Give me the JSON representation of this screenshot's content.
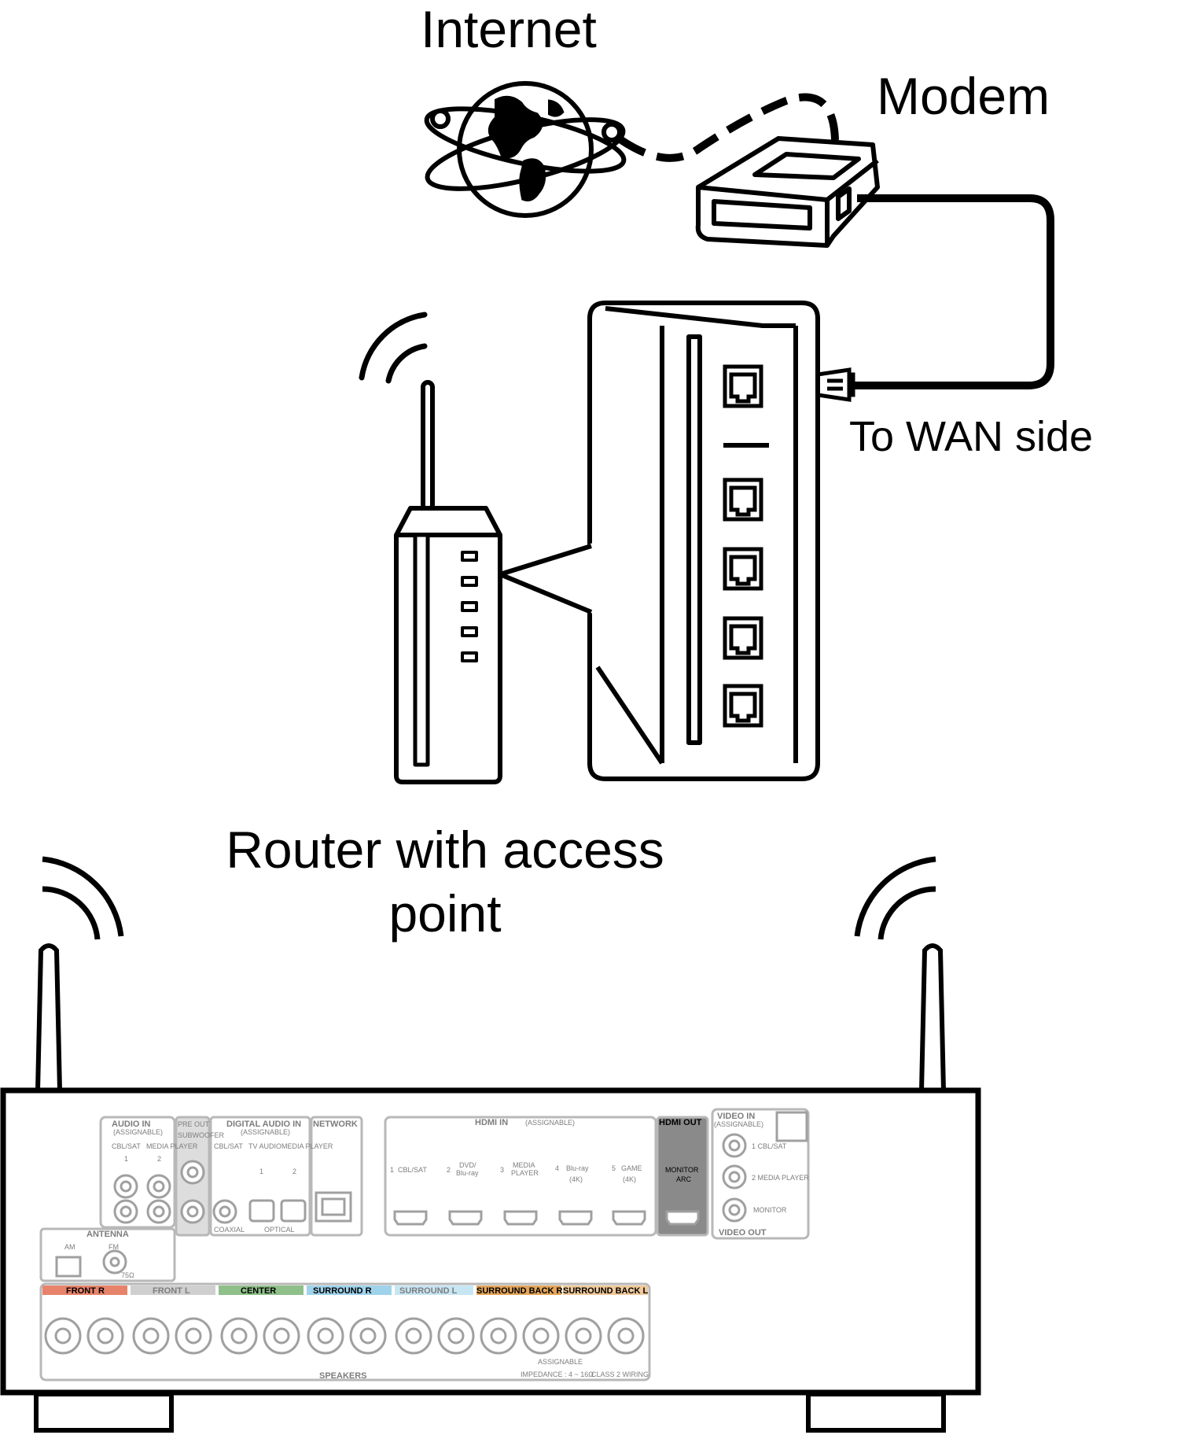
{
  "labels": {
    "internet": "Internet",
    "modem": "Modem",
    "wan": "To WAN side",
    "router_line1": "Router with access",
    "router_line2": "point"
  },
  "receiver_panel": {
    "audio_in": "AUDIO IN",
    "audio_assignable": "(ASSIGNABLE)",
    "audio_inputs": [
      "CBL/SAT",
      "MEDIA PLAYER"
    ],
    "audio_numbers": [
      "1",
      "2"
    ],
    "pre_out": "PRE OUT",
    "subwoofer": "SUBWOOFER",
    "digital_audio_in": "DIGITAL AUDIO IN",
    "digital_assignable": "(ASSIGNABLE)",
    "digital_inputs": [
      "CBL/SAT",
      "TV AUDIO",
      "MEDIA PLAYER"
    ],
    "digital_numbers": [
      "1",
      "2"
    ],
    "coaxial": "COAXIAL",
    "optical": "OPTICAL",
    "network": "NETWORK",
    "hdmi_in": "HDMI IN",
    "hdmi_assignable": "(ASSIGNABLE)",
    "hdmi_inputs": [
      {
        "num": "1",
        "name": "CBL/SAT",
        "sub": ""
      },
      {
        "num": "2",
        "name": "DVD/",
        "sub": "Blu-ray"
      },
      {
        "num": "3",
        "name": "MEDIA",
        "sub": "PLAYER"
      },
      {
        "num": "4",
        "name": "Blu-ray",
        "sub": "(4K)"
      },
      {
        "num": "5",
        "name": "GAME",
        "sub": "(4K)"
      }
    ],
    "hdmi_out": "HDMI OUT",
    "monitor_arc": "MONITOR",
    "arc": "ARC",
    "video_in": "VIDEO IN",
    "video_assignable": "(ASSIGNABLE)",
    "video_inputs": [
      "1 CBL/SAT",
      "2 MEDIA PLAYER"
    ],
    "monitor": "MONITOR",
    "video_out": "VIDEO OUT",
    "antenna": "ANTENNA",
    "am": "AM",
    "fm": "FM",
    "fm_ohm": "75Ω",
    "speakers": "SPEAKERS",
    "speaker_channels": [
      "FRONT R",
      "FRONT L",
      "CENTER",
      "SURROUND R",
      "SURROUND L",
      "SURROUND BACK R",
      "SURROUND BACK L"
    ],
    "speaker_colors": [
      "#e8836b",
      "#cfcfcf",
      "#8fc08a",
      "#9fd3ec",
      "#c7e6f4",
      "#e3a55a",
      "#efc99a"
    ],
    "assignable": "ASSIGNABLE",
    "impedance": "IMPEDANCE : 4 ~ 16Ω",
    "class2": "CLASS 2 WIRING"
  }
}
